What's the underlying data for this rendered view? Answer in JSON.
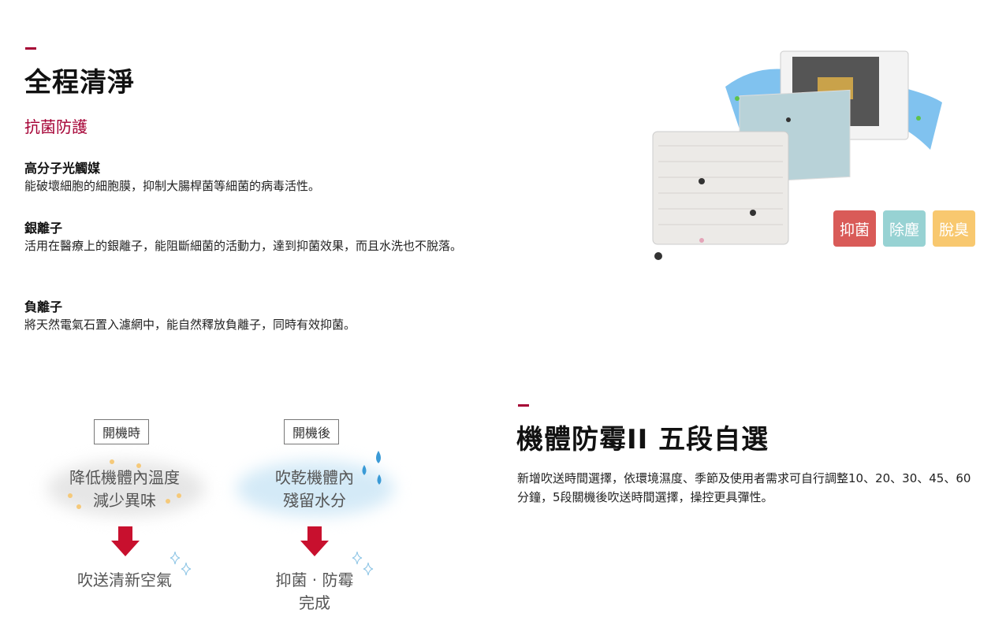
{
  "section1": {
    "title": "全程清淨",
    "subtitle": "抗菌防護",
    "features": [
      {
        "heading": "高分子光觸媒",
        "body": "能破壞細胞的細胞膜，抑制大腸桿菌等細菌的病毒活性。"
      },
      {
        "heading": "銀離子",
        "body": "活用在醫療上的銀離子，能阻斷細菌的活動力，達到抑菌效果，而且水洗也不脫落。"
      },
      {
        "heading": "負離子",
        "body": "將天然電氣石置入濾網中，能自然釋放負離子，同時有效抑菌。"
      }
    ],
    "badges": [
      {
        "label": "抑菌",
        "color": "#d95b58"
      },
      {
        "label": "除塵",
        "color": "#97d2d3"
      },
      {
        "label": "脫臭",
        "color": "#f8c86f"
      }
    ]
  },
  "diagram": {
    "left": {
      "tag": "開機時",
      "line1": "降低機體內溫度",
      "line2": "減少異味",
      "result": "吹送清新空氣"
    },
    "right": {
      "tag": "開機後",
      "line1": "吹乾機體內",
      "line2": "殘留水分",
      "result1": "抑菌 · 防霉",
      "result2": "完成"
    },
    "arrow_color": "#c8102e"
  },
  "section2": {
    "title": "機體防霉II 五段自選",
    "body": "新增吹送時間選擇，依環境濕度、季節及使用者需求可自行調整10、20、30、45、60分鐘，5段關機後吹送時間選擇，操控更具彈性。"
  },
  "accent_color": "#a50034"
}
